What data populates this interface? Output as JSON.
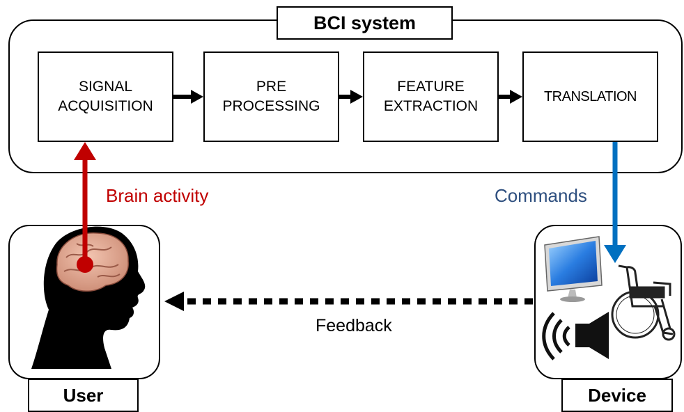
{
  "title": "BCI system",
  "stages": [
    {
      "label": "SIGNAL\nACQUISITION"
    },
    {
      "label": "PRE\nPROCESSING"
    },
    {
      "label": "FEATURE\nEXTRACTION"
    },
    {
      "label": "TRANSLATION"
    }
  ],
  "labels": {
    "brain_activity": "Brain activity",
    "commands": "Commands",
    "feedback": "Feedback"
  },
  "panels": {
    "user": "User",
    "device": "Device"
  },
  "colors": {
    "brain_activity": "#c00000",
    "commands": "#0070c0",
    "commands_text": "#2e4f7f"
  },
  "icons": [
    "head-silhouette-icon",
    "brain-icon",
    "monitor-icon",
    "wheelchair-icon",
    "speaker-icon"
  ]
}
